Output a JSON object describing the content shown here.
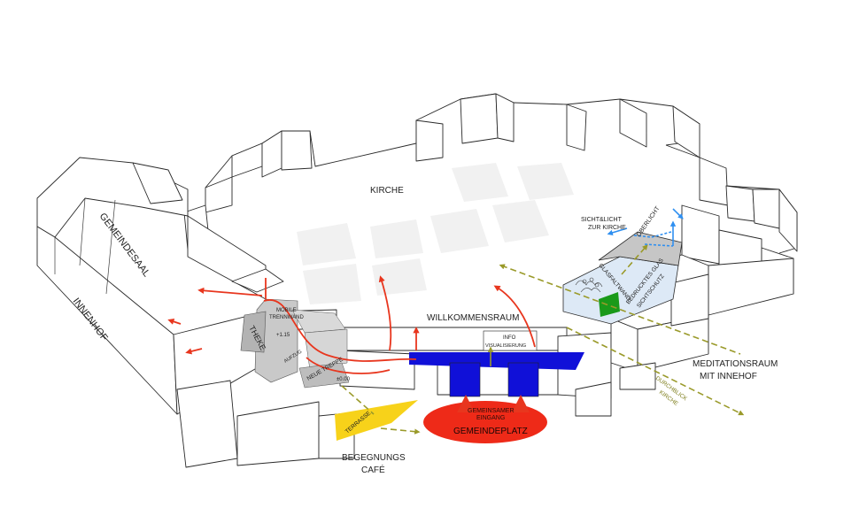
{
  "labels": {
    "kirche": "KIRCHE",
    "gemeindesaal": "GEMEINDESAAL",
    "innenhof": "INNENHOF",
    "willkommensraum": "WILLKOMMENSRAUM",
    "mobile_trennwand_1": "MOBILE",
    "mobile_trennwand_2": "TRENNWAND",
    "theke": "THEKE",
    "level_upper": "+1.15",
    "aufzug": "AUFZUG",
    "neue_treppe": "NEUE TREPPE",
    "level_ground": "±0.00",
    "terrasse": "TERRASSE",
    "begegnungs": "BEGEGNUNGS",
    "cafe": "CAFÉ",
    "info_1": "INFO",
    "info_2": "VISUALISIERUNG",
    "eingang_1": "GEMEINSAMER",
    "eingang_2": "EINGANG",
    "gemeindeplatz": "GEMEINDEPLATZ",
    "sicht_licht_1": "SICHT&LICHT",
    "sicht_licht_2": "ZUR KIRCHE",
    "oberlicht": "OBERLICHT",
    "glasfaltwand": "GLASFALTWAND",
    "bedrucktes_1": "BEDRUCKTES GLAS",
    "bedrucktes_2": "SICHTSCHUTZ",
    "meditation_1": "MEDITATIONSRAUM",
    "meditation_2": "MIT INNEHOF",
    "durchblick_1": "DURCHBLICK",
    "durchblick_2": "KIRCHE"
  },
  "colors": {
    "entrance_red": "#ee2a18",
    "arrow_red": "#e8361e",
    "welcome_blue": "#1010d8",
    "terrace_yellow": "#f7d21a",
    "sightline_olive": "#9a9a2a",
    "light_blue": "#2f8ff0",
    "garden_green": "#1a9a1a",
    "meditation_glass": "#dde9f6",
    "floor_grey": "#c9c9c9"
  }
}
